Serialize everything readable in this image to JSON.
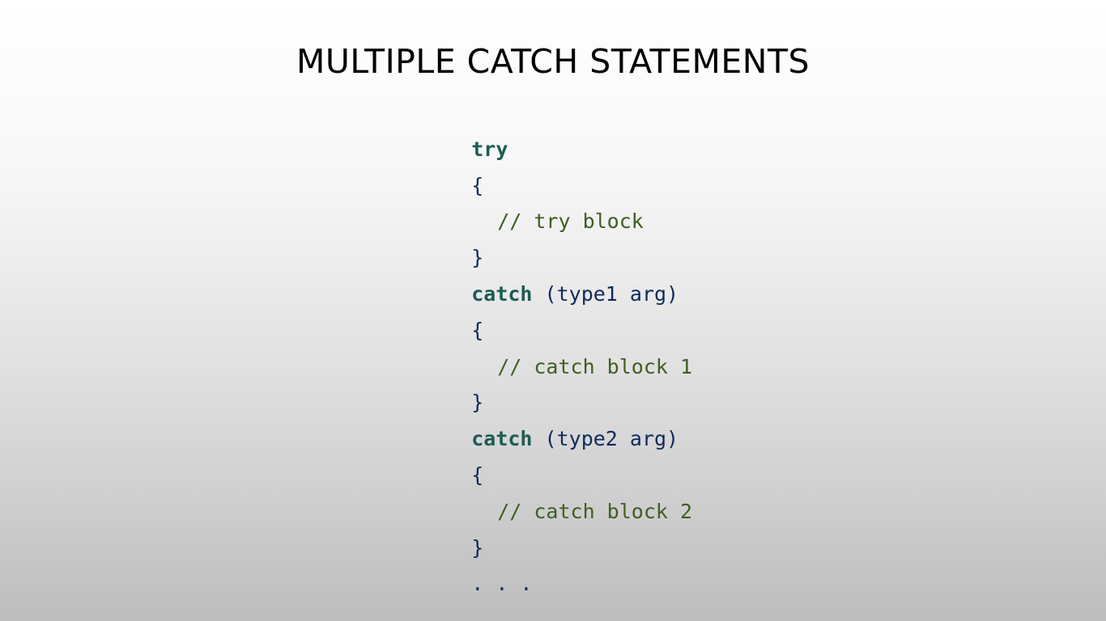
{
  "slide": {
    "title": "MULTIPLE CATCH STATEMENTS"
  },
  "code": {
    "line1_keyword": "try",
    "line2_brace": "{",
    "line3_comment": "// try block",
    "line4_brace": "}",
    "line5_keyword": "catch",
    "line5_rest": " (type1 arg)",
    "line6_brace": "{",
    "line7_comment": "// catch block 1",
    "line8_brace": "}",
    "line9_keyword": "catch",
    "line9_rest": " (type2 arg)",
    "line10_brace": "{",
    "line11_comment": "// catch block 2",
    "line12_brace": "}",
    "line13_ellipsis": ". . ."
  },
  "colors": {
    "keyword": "#1d5c55",
    "code_text": "#0e2a5c",
    "comment": "#3f5f22",
    "title": "#000000"
  }
}
